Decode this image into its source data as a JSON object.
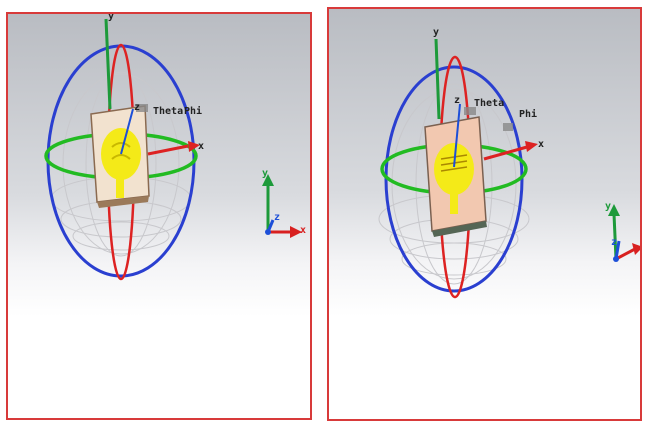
{
  "colors": {
    "panel_border": "#d83a3a",
    "azimuth_ring": "#22bb22",
    "meridian_ring": "#dd2222",
    "outer_ring": "#2a3fd0",
    "substrate": "#f2e2cf",
    "patch": "#f4ea18"
  },
  "left_view": {
    "axis_labels": {
      "x": "x",
      "y": "y",
      "z": "z"
    },
    "angle_labels": {
      "theta": "Theta",
      "phi": "Phi"
    },
    "triad_labels": {
      "x": "x",
      "y": "y",
      "z": "z"
    }
  },
  "right_view": {
    "axis_labels": {
      "x": "x",
      "y": "y",
      "z": "z"
    },
    "angle_labels": {
      "theta": "Theta",
      "phi": "Phi"
    },
    "triad_labels": {
      "y": "y",
      "z": "z"
    }
  }
}
